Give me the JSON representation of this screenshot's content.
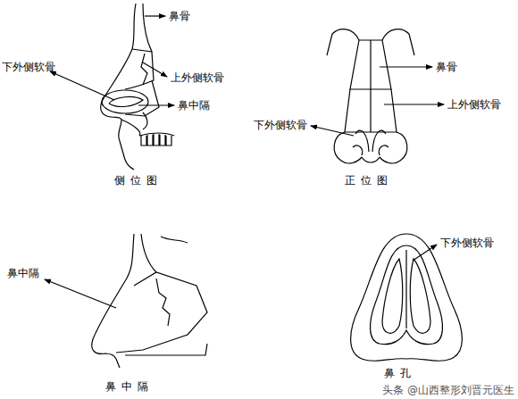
{
  "diagram": {
    "labels": [
      "鼻骨",
      "上外侧软骨",
      "下外侧软骨",
      "鼻中隔",
      "侧 位 图",
      "鼻骨",
      "上外侧软骨",
      "下外侧软骨",
      "正 位 图",
      "鼻中隔",
      "鼻 中 隔",
      "下外侧软骨",
      "鼻 孔",
      "头条 @山西整形刘晋元医生"
    ]
  }
}
